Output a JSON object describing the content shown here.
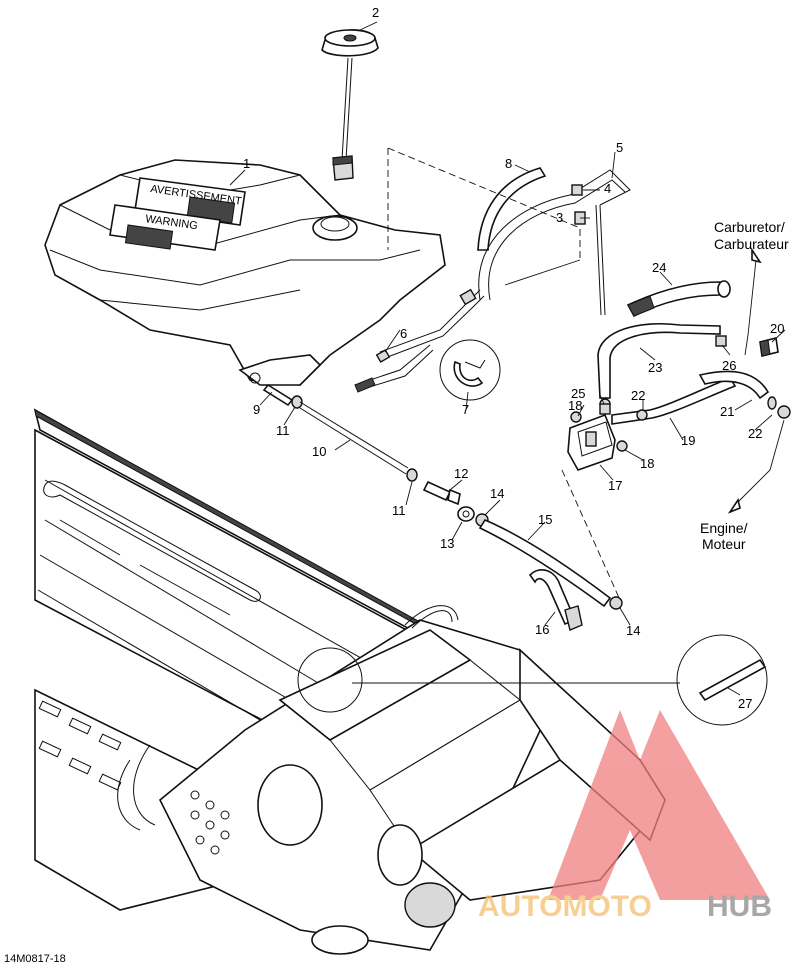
{
  "diagram": {
    "part_numbers": [
      "1",
      "2",
      "3",
      "4",
      "5",
      "6",
      "7",
      "8",
      "9",
      "10",
      "11",
      "11",
      "12",
      "13",
      "14",
      "14",
      "15",
      "16",
      "17",
      "18",
      "18",
      "19",
      "20",
      "21",
      "22",
      "22",
      "23",
      "24",
      "25",
      "26",
      "27"
    ],
    "destinations": {
      "carburetor_line1": "Carburetor/",
      "carburetor_line2": "Carburateur",
      "engine_line1": "Engine/",
      "engine_line2": "Moteur"
    },
    "drawing_code": "14M0817-18",
    "decals": {
      "warning_en": "WARNING",
      "warning_fr": "AVERTISSEMENT"
    }
  },
  "watermark": {
    "brand_part1": "AUTOMOTO",
    "brand_part2": "HUB",
    "colors": {
      "logo_triangle": "#f08080",
      "part1": "#f5c070",
      "part2": "#8a8a8a"
    }
  }
}
